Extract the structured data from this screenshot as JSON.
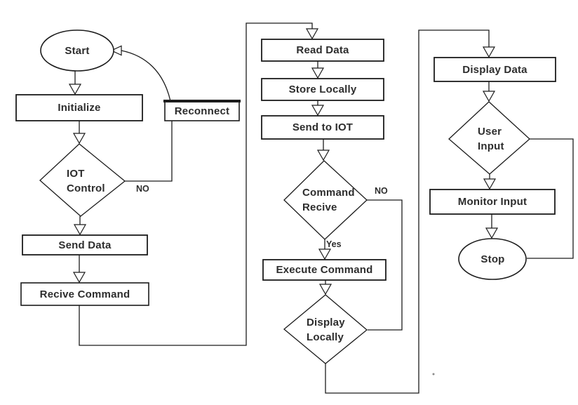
{
  "diagram": {
    "background_color": "#ffffff",
    "line_color": "#1c1c1c",
    "text_color": "#2d2d2d",
    "nodes": {
      "start": {
        "label": "Start",
        "type": "terminator"
      },
      "initialize": {
        "label": "Initialize",
        "type": "process"
      },
      "reconnect": {
        "label": "Reconnect",
        "type": "process"
      },
      "iot_control": {
        "label": "IOT\nControl",
        "type": "decision"
      },
      "send_data": {
        "label": "Send Data",
        "type": "process"
      },
      "recive_command": {
        "label": "Recive Command",
        "type": "process"
      },
      "read_data": {
        "label": "Read Data",
        "type": "process"
      },
      "store_locally": {
        "label": "Store Locally",
        "type": "process"
      },
      "send_to_iot": {
        "label": "Send to IOT",
        "type": "process"
      },
      "command_recive": {
        "label": "Command\nRecive",
        "type": "decision"
      },
      "execute_command": {
        "label": "Execute Command",
        "type": "process"
      },
      "display_locally": {
        "label": "Display\nLocally",
        "type": "decision"
      },
      "display_data": {
        "label": "Display Data",
        "type": "process"
      },
      "user_input": {
        "label": "User\nInput",
        "type": "decision"
      },
      "monitor_input": {
        "label": "Monitor Input",
        "type": "process"
      },
      "stop": {
        "label": "Stop",
        "type": "terminator"
      }
    },
    "edge_labels": {
      "iot_control_no": "NO",
      "command_recive_no": "NO",
      "command_recive_yes": "Yes"
    }
  }
}
